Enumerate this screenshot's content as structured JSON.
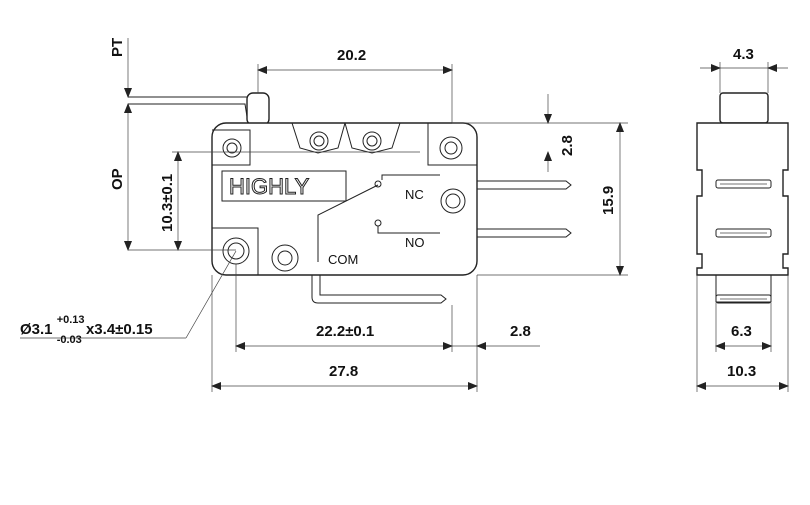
{
  "brand": "HIGHLY",
  "terminals": {
    "nc": "NC",
    "no": "NO",
    "com": "COM"
  },
  "dimensions": {
    "pt": "PT",
    "op": "OP",
    "top_width": "20.2",
    "gap_top": "2.8",
    "height_total": "15.9",
    "op_height": "10.3±0.1",
    "hole_main": "Ø3.1",
    "hole_tol_plus": "+0.13",
    "hole_tol_minus": "-0.03",
    "hole_tail": "x3.4±0.15",
    "hole_spacing": "22.2±0.1",
    "terminal_offset": "2.8",
    "total_length": "27.8",
    "side_top": "4.3",
    "side_inner": "6.3",
    "side_total": "10.3"
  }
}
